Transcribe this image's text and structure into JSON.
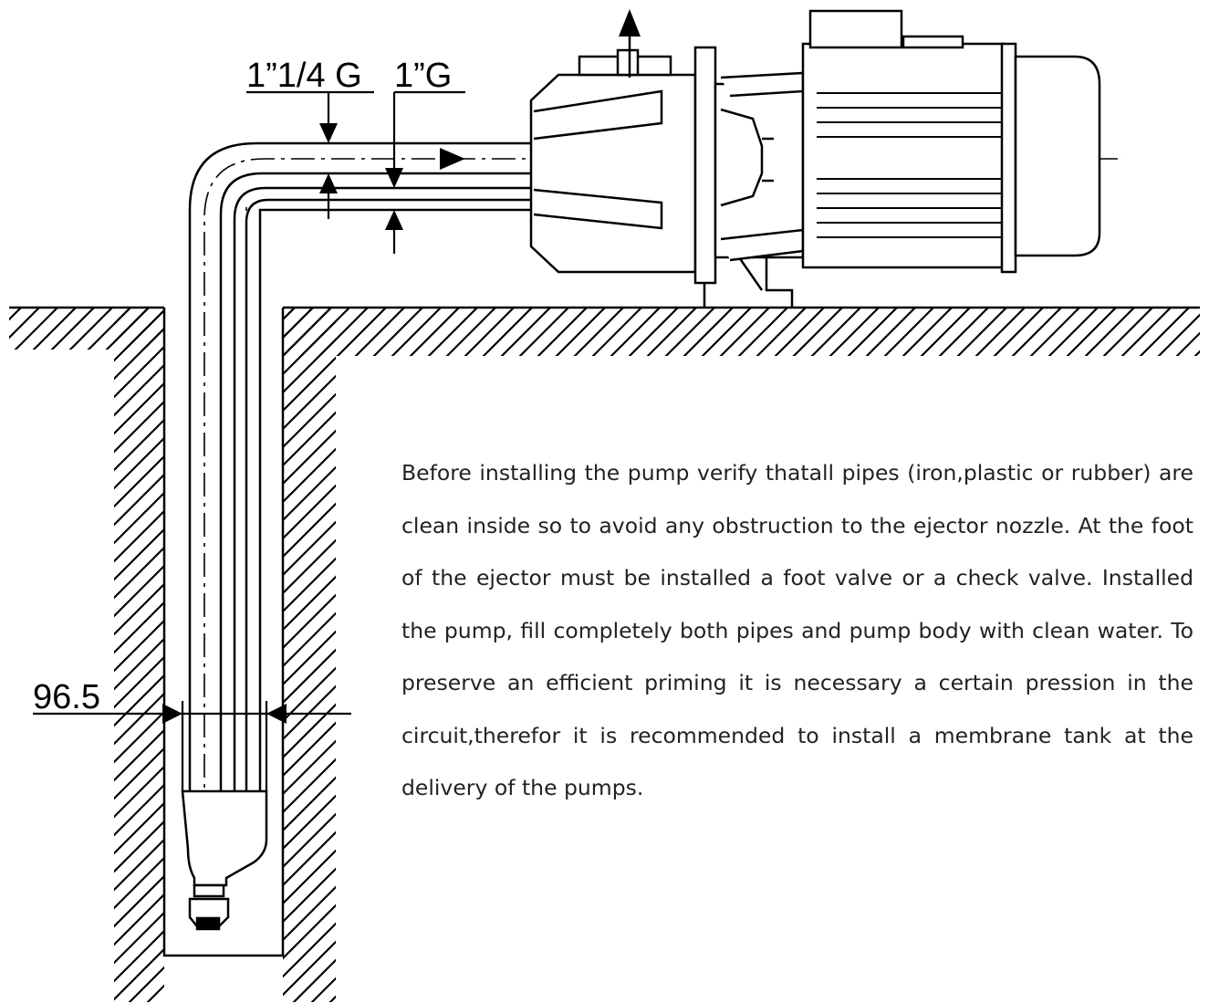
{
  "labels": {
    "inlet_pipe": "1”1/4 G",
    "outlet_pipe": "1”G",
    "well_diameter": "96.5"
  },
  "note": "Before installing the pump verify thatall pipes (iron,plastic or rubber) are clean inside so to avoid any obstruction to the ejector nozzle. At the foot of the ejector must be installed a foot valve or a check valve. Installed the pump, fill completely both pipes and pump body with clean water. To preserve an efficient priming it is necessary a certain pression in the circuit,therefor it is recommended to install a membrane tank at the delivery of the pumps.",
  "colors": {
    "line": "#000000",
    "text": "#222222"
  }
}
